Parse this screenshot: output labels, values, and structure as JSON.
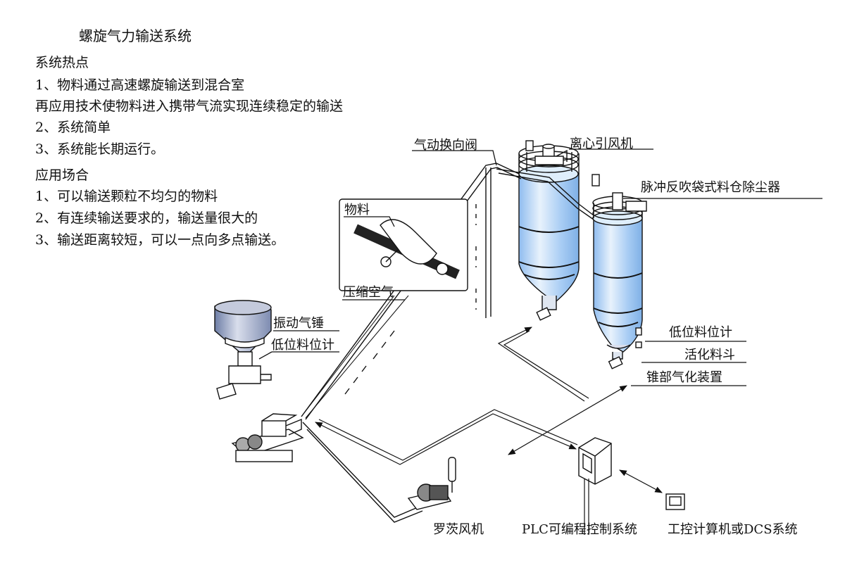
{
  "title": "螺旋气力输送系统",
  "features": {
    "heading": "系统热点",
    "items": [
      "1、物料通过高速螺旋输送到混合室",
      "再应用技术使物料进入携带气流实现连续稳定的输送",
      "2、系统简单",
      "3、系统能长期运行。"
    ]
  },
  "applications": {
    "heading": "应用场合",
    "items": [
      "1、可以输送颗粒不均匀的物料",
      "2、有连续输送要求的，输送量很大的",
      "3、输送距离较短，可以一点向多点输送。"
    ]
  },
  "labels": {
    "diverter_valve": "气动换向阀",
    "centrifugal_fan": "离心引风机",
    "pulse_dust_collector": "脉冲反吹袋式料仓除尘器",
    "material": "物料",
    "compressed_air": "压缩空气",
    "vibration_hammer": "振动气锤",
    "low_level_gauge_left": "低位料位计",
    "low_level_gauge_right": "低位料位计",
    "activation_hopper": "活化料斗",
    "cone_aeration": "锥部气化装置",
    "roots_blower": "罗茨风机",
    "plc": "PLC可编程控制系统",
    "ipc_dcs": "工控计算机或DCS系统"
  },
  "colors": {
    "silo_fill": "#a9cdf4",
    "silo_highlight": "#e8f2fc",
    "line": "#111111"
  }
}
